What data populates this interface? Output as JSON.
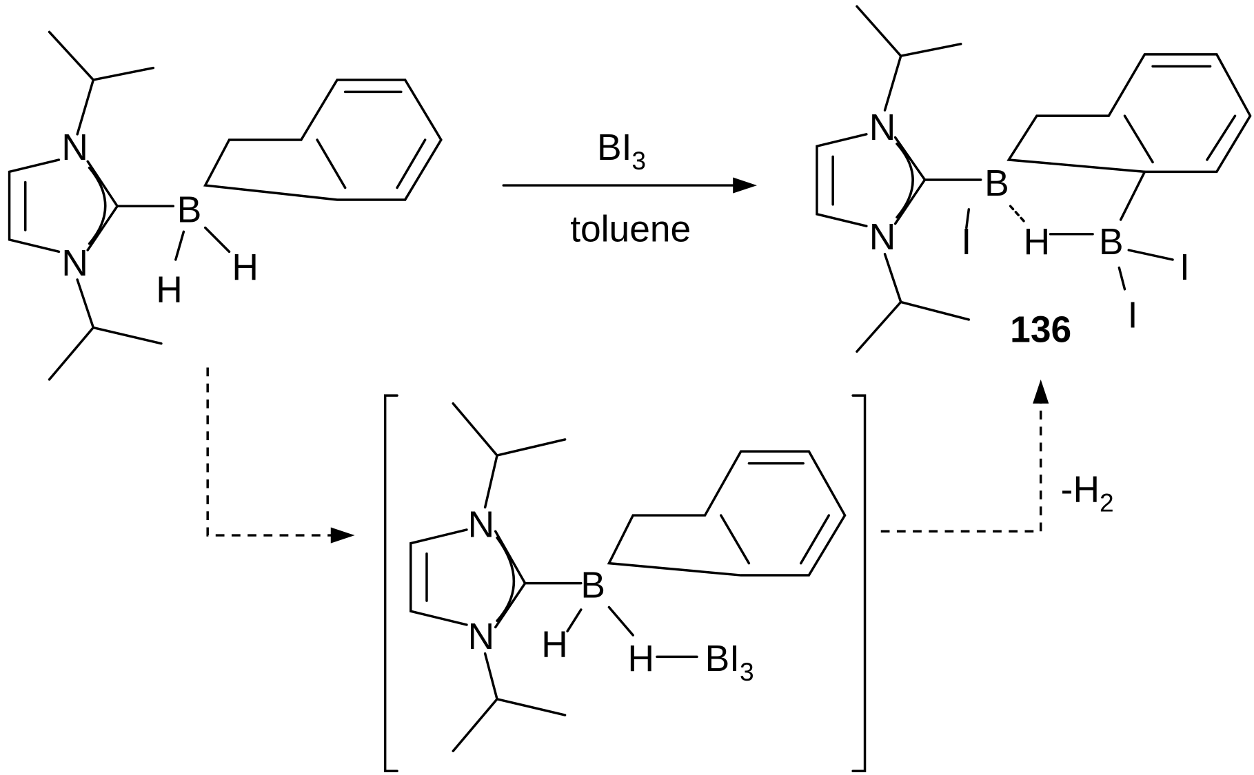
{
  "scheme": {
    "reagent": {
      "main": "BI",
      "sub": "3"
    },
    "solvent": "toluene",
    "elimination": {
      "main": "-H",
      "sub": "2"
    },
    "product_label": "136"
  },
  "atoms": {
    "N": "N",
    "B": "B",
    "H": "H",
    "I": "I",
    "BI3": {
      "main": "BI",
      "sub": "3"
    }
  }
}
